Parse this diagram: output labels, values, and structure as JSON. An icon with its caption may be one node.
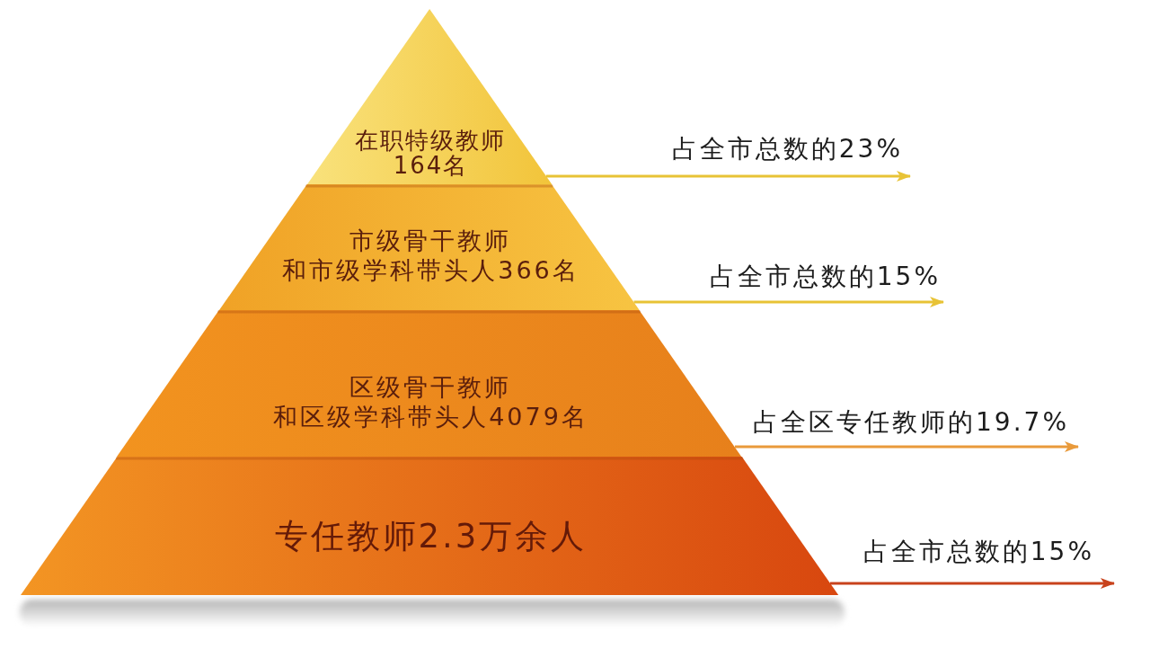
{
  "diagram": {
    "nodes": [
      {
        "text": [
          "在职特级教师",
          "164名"
        ]
      },
      {
        "text": [
          "市级骨干教师",
          "和市级学科带头人366名"
        ]
      },
      {
        "text": [
          "区级骨干教师",
          "和区级学科带头人4079名"
        ]
      },
      {
        "text": [
          "专任教师2.3万余人"
        ]
      }
    ],
    "edges": [
      {
        "from": 0,
        "to": null,
        "arrow": "to",
        "label": "占全市总数的23%"
      },
      {
        "from": 1,
        "to": null,
        "arrow": "to",
        "label": "占全市总数的15%"
      },
      {
        "from": 2,
        "to": null,
        "arrow": "to",
        "label": "占全区专任教师的19.7%",
        "color": "#e99a3b"
      },
      {
        "from": 3,
        "to": null,
        "arrow": "to",
        "label": "占全市总数的15%",
        "color": "#c8421c"
      }
    ]
  }
}
